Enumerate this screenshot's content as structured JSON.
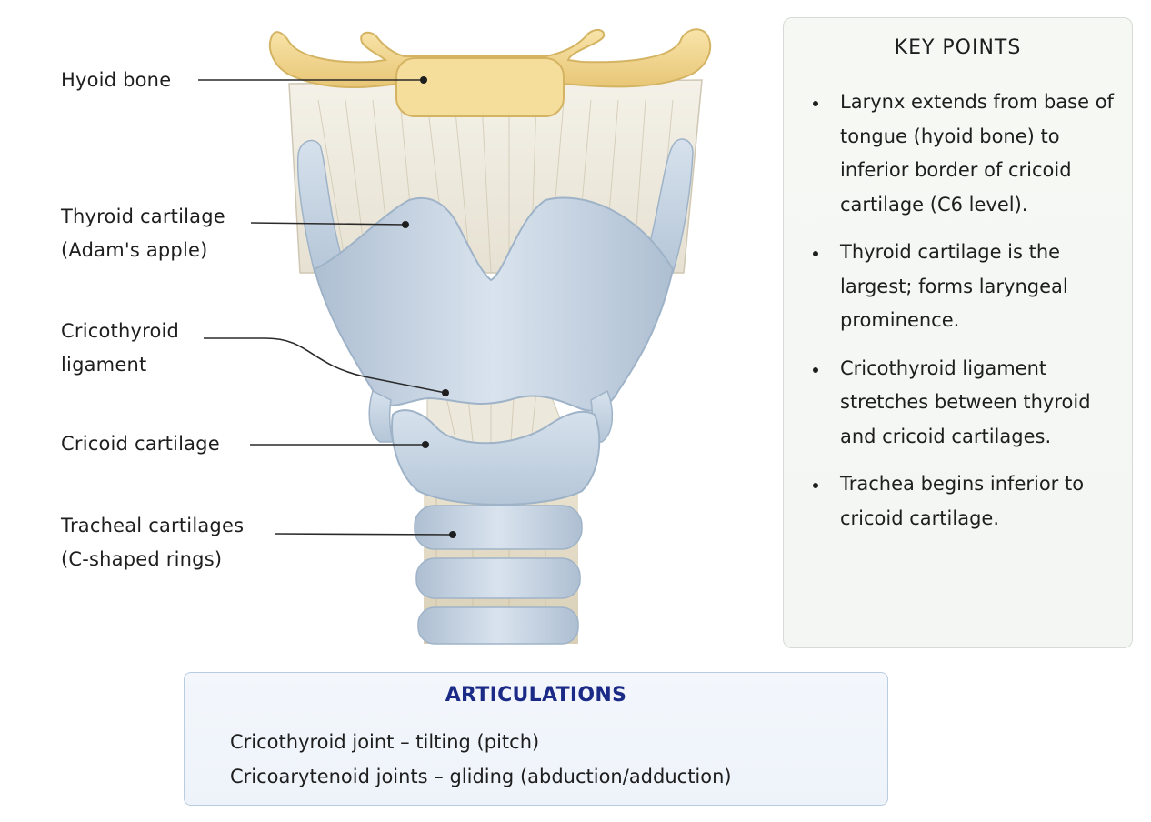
{
  "labels": {
    "hyoid": [
      "Hyoid bone"
    ],
    "thyroid": [
      "Thyroid cartilage",
      "(Adam's apple)"
    ],
    "cricothyroid_lig": [
      "Cricothyroid",
      "ligament"
    ],
    "cricoid": [
      "Cricoid cartilage"
    ],
    "tracheal": [
      "Tracheal cartilages",
      "(C-shaped rings)"
    ]
  },
  "key_points": {
    "title": "KEY POINTS",
    "items": [
      "Larynx extends from base of tongue (hyoid bone) to inferior border of cricoid cartilage (C6 level).",
      "Thyroid cartilage is the largest; forms laryngeal prominence.",
      "Cricothyroid ligament stretches between thyroid and cricoid cartilages.",
      "Trachea begins inferior to cricoid cartilage."
    ]
  },
  "articulations": {
    "title": "ARTICULATIONS",
    "rows": [
      "Cricothyroid joint – tilting (pitch)",
      "Cricoarytenoid joints – gliding (abduction/adduction)"
    ]
  },
  "colors": {
    "bone": "#f1d58e",
    "cartilage": "#c5d3e2",
    "membrane": "#efebe0",
    "articulations_title": "#1a2a86"
  }
}
